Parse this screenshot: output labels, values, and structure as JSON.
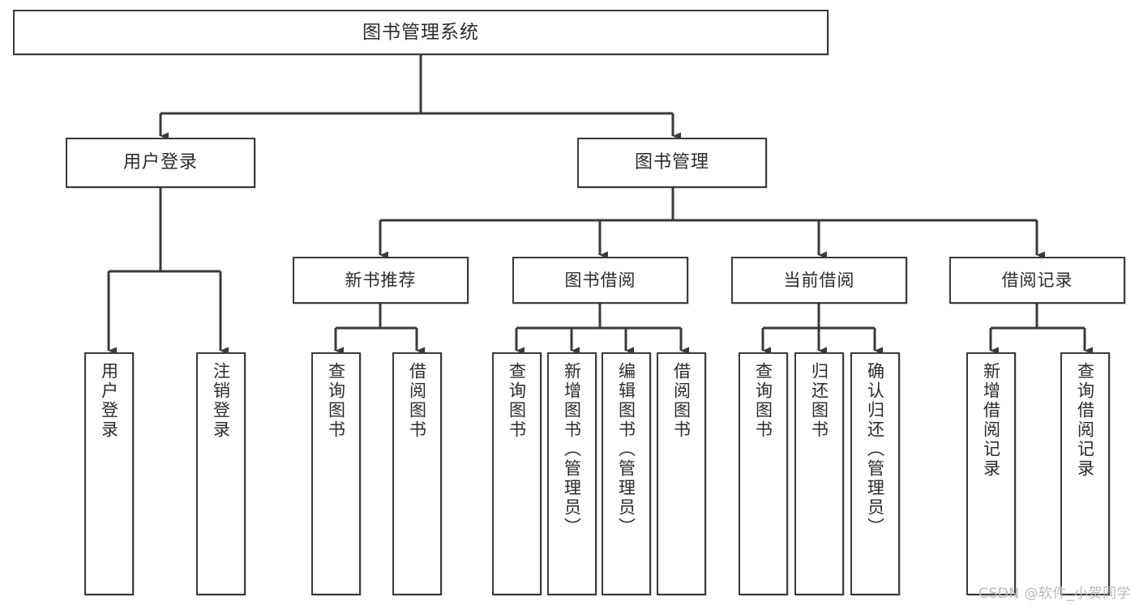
{
  "diagram": {
    "type": "tree-hierarchy-chart",
    "title": "图书管理系统",
    "colors": {
      "box_border": "#3a3a3a",
      "box_fill": "#ffffff",
      "edge": "#3a3a3a",
      "text": "#2b2b2b",
      "watermark": "#b9b9b9",
      "background": "#ffffff"
    },
    "root": {
      "label": "图书管理系统"
    },
    "level1": [
      {
        "label": "用户登录"
      },
      {
        "label": "图书管理"
      }
    ],
    "level2": [
      {
        "label": "新书推荐"
      },
      {
        "label": "图书借阅"
      },
      {
        "label": "当前借阅"
      },
      {
        "label": "借阅记录"
      }
    ],
    "leaves": {
      "user_login": [
        {
          "label": "用户登录"
        },
        {
          "label": "注销登录"
        }
      ],
      "new_book_recommend": [
        {
          "label": "查询图书"
        },
        {
          "label": "借阅图书"
        }
      ],
      "book_borrow": [
        {
          "label": "查询图书"
        },
        {
          "label": "新增图书（管理员）"
        },
        {
          "label": "编辑图书（管理员）"
        },
        {
          "label": "借阅图书"
        }
      ],
      "current_borrow": [
        {
          "label": "查询图书"
        },
        {
          "label": "归还图书"
        },
        {
          "label": "确认归还（管理员）"
        }
      ],
      "borrow_record": [
        {
          "label": "新增借阅记录"
        },
        {
          "label": "查询借阅记录"
        }
      ]
    }
  },
  "watermark": {
    "text": "CSDN @软件_小贺同学"
  }
}
